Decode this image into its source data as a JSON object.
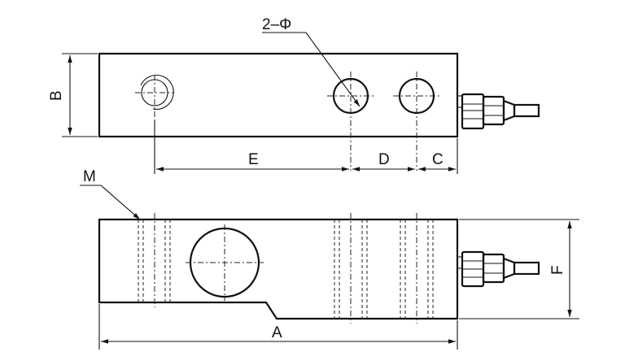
{
  "labels": {
    "holes": "2–Φ",
    "B": "B",
    "E": "E",
    "D": "D",
    "C": "C",
    "M": "M",
    "F": "F",
    "A": "A"
  },
  "colors": {
    "line": "#111111",
    "background": "#ffffff"
  }
}
